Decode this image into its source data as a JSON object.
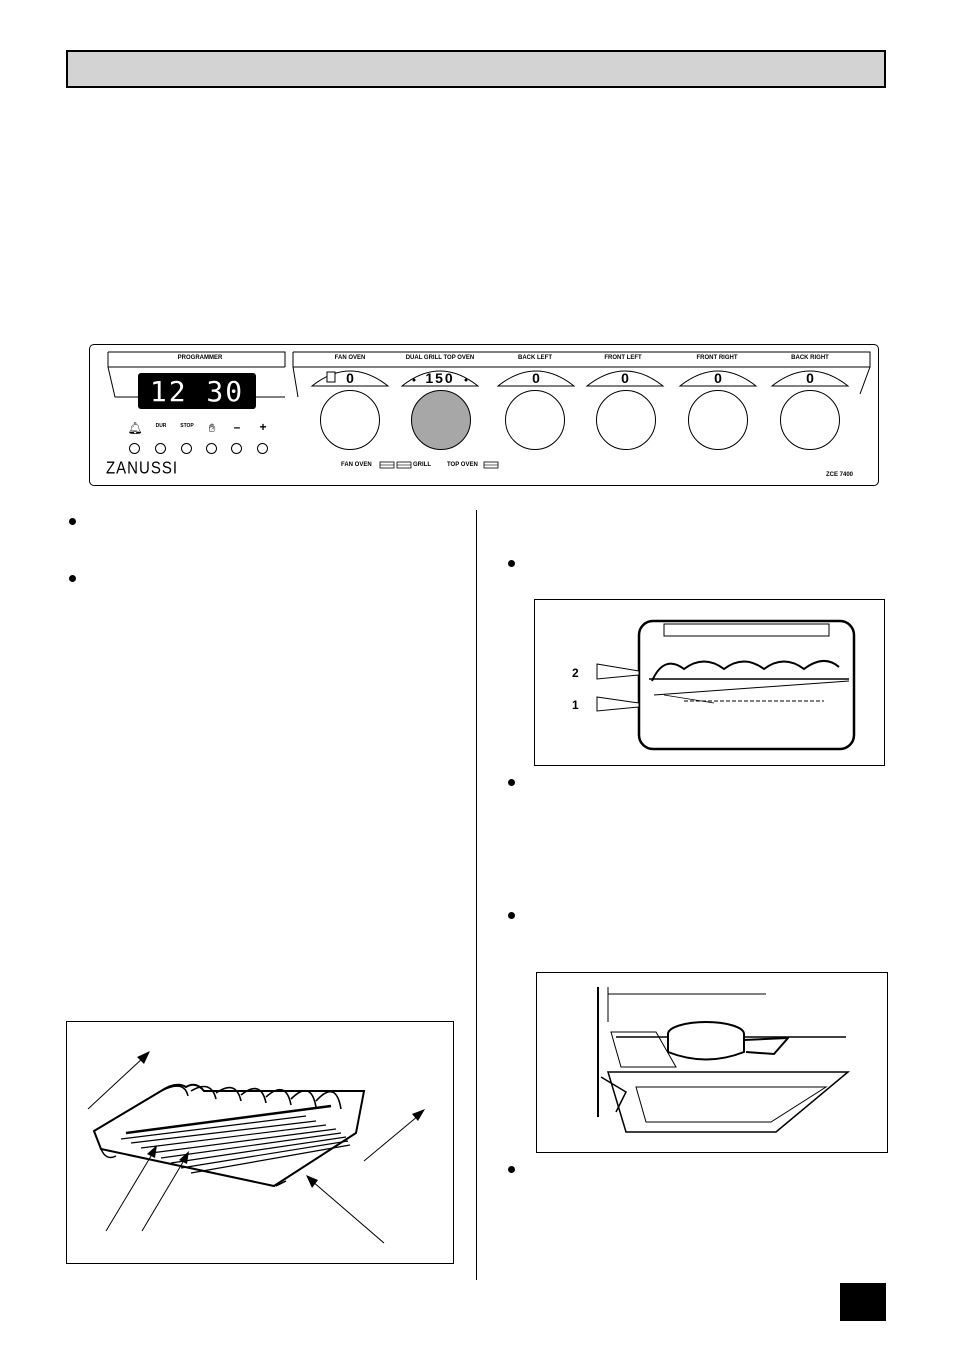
{
  "control_panel": {
    "programmer_label": "PROGRAMMER",
    "clock_display": "12 30",
    "brand": "ZANUSSI",
    "model": "ZCE 7400",
    "knobs": [
      {
        "label": "FAN OVEN",
        "value": "0"
      },
      {
        "label": "DUAL GRILL   TOP  OVEN",
        "value": "150"
      },
      {
        "label": "BACK LEFT",
        "value": "0"
      },
      {
        "label": "FRONT LEFT",
        "value": "0"
      },
      {
        "label": "FRONT RIGHT",
        "value": "0"
      },
      {
        "label": "BACK RIGHT",
        "value": "0"
      }
    ],
    "programmer_buttons": [
      {
        "symbol": "bell-icon",
        "text": ""
      },
      {
        "symbol": "dur-icon",
        "text": "DUR"
      },
      {
        "symbol": "stop-icon",
        "text": "STOP"
      },
      {
        "symbol": "hand-icon",
        "text": ""
      },
      {
        "symbol": "minus-icon",
        "text": "–"
      },
      {
        "symbol": "plus-icon",
        "text": "+"
      }
    ],
    "indicators": [
      {
        "label": "FAN OVEN"
      },
      {
        "label": "GRILL"
      },
      {
        "label": "TOP OVEN"
      }
    ]
  },
  "shelf_figure": {
    "labels": [
      "2",
      "1"
    ]
  },
  "colors": {
    "header_bar": "#d3d3d3",
    "selected_knob": "#a7a7a7",
    "page_number_box": "#000000"
  }
}
